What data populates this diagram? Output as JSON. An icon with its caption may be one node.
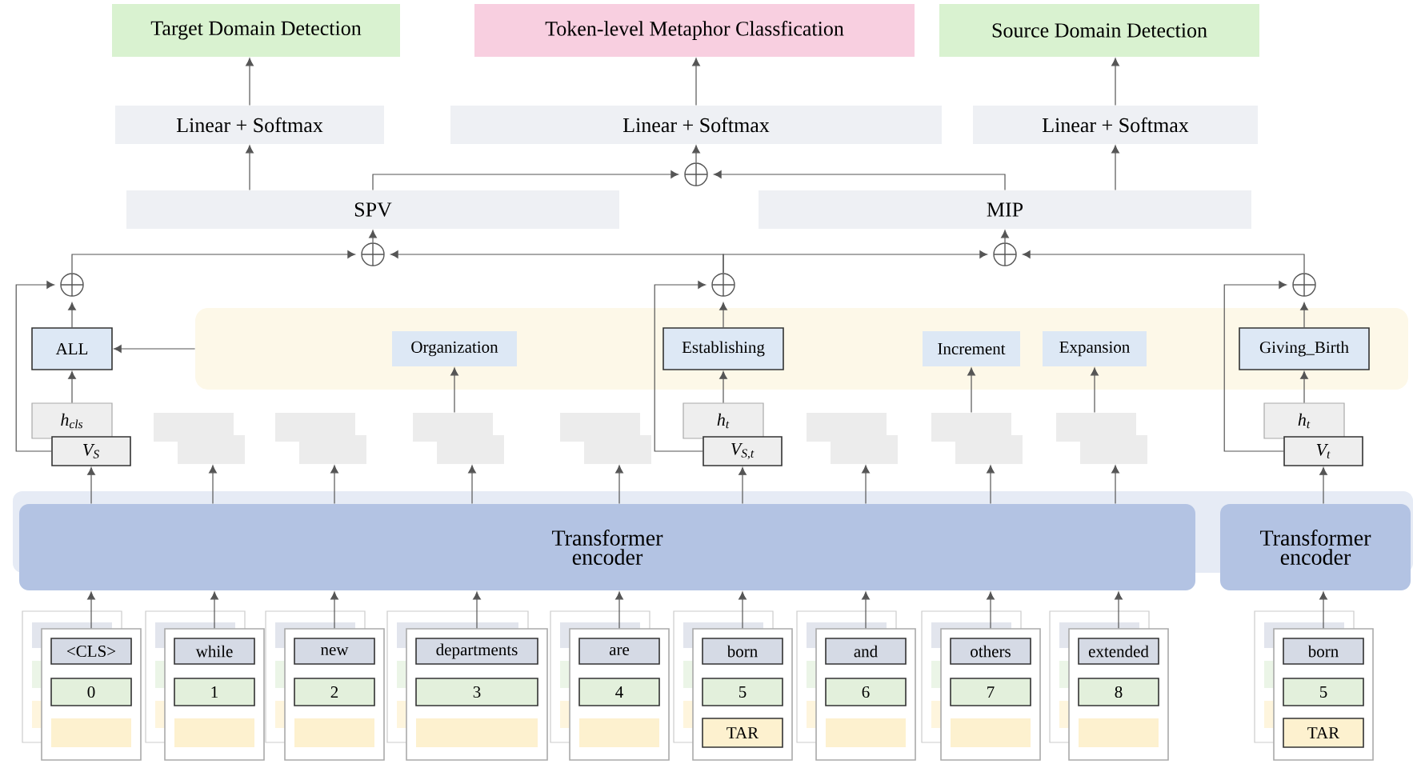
{
  "diagram": {
    "nodes": [
      {
        "text": [
          "Target Domain Detection"
        ]
      },
      {
        "text": [
          "Token-level Metaphor Classfication"
        ]
      },
      {
        "text": [
          "Source Domain Detection"
        ]
      },
      {
        "text": [
          "Linear + Softmax"
        ]
      },
      {
        "text": [
          "Linear + Softmax"
        ]
      },
      {
        "text": [
          "Linear + Softmax"
        ]
      },
      {
        "text": [],
        "shape": "circle"
      },
      {
        "text": [
          "SPV"
        ]
      },
      {
        "text": [
          "MIP"
        ]
      },
      {
        "text": [],
        "shape": "circle"
      },
      {
        "text": [],
        "shape": "circle"
      },
      {
        "text": [],
        "shape": "circle"
      },
      {
        "text": [],
        "shape": "circle"
      },
      {
        "text": [],
        "shape": "circle"
      },
      {
        "text": [],
        "shape": "box"
      },
      {
        "text": [
          "ALL"
        ]
      },
      {
        "text": [
          "Organization"
        ],
        "in": 14
      },
      {
        "text": [
          "Establishing"
        ],
        "in": 14
      },
      {
        "text": [
          "Increment"
        ],
        "in": 14
      },
      {
        "text": [
          "Expansion"
        ],
        "in": 14
      },
      {
        "text": [
          "Giving_Birth"
        ],
        "in": 14
      },
      {
        "text": [
          "h$_{cls}$"
        ]
      },
      {
        "text": [
          "V$_{S}$"
        ]
      },
      {
        "text": [],
        "shape": "box"
      },
      {
        "text": [],
        "shape": "box"
      },
      {
        "text": [],
        "shape": "box"
      },
      {
        "text": [],
        "shape": "box"
      },
      {
        "text": [
          "h$_{t}$"
        ]
      },
      {
        "text": [
          "V$_{S,t}$"
        ]
      },
      {
        "text": [],
        "shape": "box"
      },
      {
        "text": [],
        "shape": "box"
      },
      {
        "text": [],
        "shape": "box"
      },
      {
        "text": [
          "h$_{t}$"
        ]
      },
      {
        "text": [
          "V$_{t}$"
        ]
      },
      {
        "text": [
          "Transformer encoder"
        ]
      },
      {
        "text": [
          "Transformer encoder"
        ]
      },
      {
        "text": [],
        "shape": "box"
      },
      {
        "text": [
          "<CLS>"
        ],
        "in": 36
      },
      {
        "text": [
          "0"
        ],
        "in": 36
      },
      {
        "text": [],
        "shape": "box",
        "in": 36
      },
      {
        "text": [],
        "shape": "box"
      },
      {
        "text": [
          "while"
        ],
        "in": 40
      },
      {
        "text": [
          "1"
        ],
        "in": 40
      },
      {
        "text": [],
        "shape": "box",
        "in": 40
      },
      {
        "text": [],
        "shape": "box"
      },
      {
        "text": [
          "new"
        ],
        "in": 44
      },
      {
        "text": [
          "2"
        ],
        "in": 44
      },
      {
        "text": [],
        "shape": "box",
        "in": 44
      },
      {
        "text": [],
        "shape": "box"
      },
      {
        "text": [
          "departments"
        ],
        "in": 48
      },
      {
        "text": [
          "3"
        ],
        "in": 48
      },
      {
        "text": [],
        "shape": "box",
        "in": 48
      },
      {
        "text": [],
        "shape": "box"
      },
      {
        "text": [
          "are"
        ],
        "in": 52
      },
      {
        "text": [
          "4"
        ],
        "in": 52
      },
      {
        "text": [],
        "shape": "box",
        "in": 52
      },
      {
        "text": [],
        "shape": "box"
      },
      {
        "text": [
          "born"
        ],
        "in": 56
      },
      {
        "text": [
          "5"
        ],
        "in": 56
      },
      {
        "text": [
          "TAR"
        ],
        "in": 56
      },
      {
        "text": [],
        "shape": "box"
      },
      {
        "text": [
          "and"
        ],
        "in": 60
      },
      {
        "text": [
          "6"
        ],
        "in": 60
      },
      {
        "text": [],
        "shape": "box",
        "in": 60
      },
      {
        "text": [],
        "shape": "box"
      },
      {
        "text": [
          "others"
        ],
        "in": 64
      },
      {
        "text": [
          "7"
        ],
        "in": 64
      },
      {
        "text": [],
        "shape": "box",
        "in": 64
      },
      {
        "text": [],
        "shape": "box"
      },
      {
        "text": [
          "extended"
        ],
        "in": 68
      },
      {
        "text": [
          "8"
        ],
        "in": 68
      },
      {
        "text": [],
        "shape": "box",
        "in": 68
      },
      {
        "text": [],
        "shape": "box"
      },
      {
        "text": [
          "born"
        ],
        "in": 72
      },
      {
        "text": [
          "5"
        ],
        "in": 72
      },
      {
        "text": [
          "TAR"
        ],
        "in": 72
      }
    ],
    "edges": [
      {
        "from": 3,
        "to": 0,
        "arrow": "to"
      },
      {
        "from": 4,
        "to": 1,
        "arrow": "to"
      },
      {
        "from": 5,
        "to": 2,
        "arrow": "to"
      },
      {
        "from": 6,
        "to": 4,
        "arrow": "to"
      },
      {
        "from": 7,
        "to": 3,
        "arrow": "to"
      },
      {
        "from": 8,
        "to": 5,
        "arrow": "to"
      },
      {
        "from": 7,
        "to": 6,
        "arrow": "to"
      },
      {
        "from": 8,
        "to": 6,
        "arrow": "to"
      },
      {
        "from": 9,
        "to": 7,
        "arrow": "to"
      },
      {
        "from": 10,
        "to": 8,
        "arrow": "to"
      },
      {
        "from": 11,
        "to": 9,
        "arrow": "to"
      },
      {
        "from": 12,
        "to": 9,
        "arrow": "to"
      },
      {
        "from": 12,
        "to": 10,
        "arrow": "to"
      },
      {
        "from": 13,
        "to": 10,
        "arrow": "to"
      },
      {
        "from": 15,
        "to": 11,
        "arrow": "to"
      },
      {
        "from": 17,
        "to": 12,
        "arrow": "to"
      },
      {
        "from": 20,
        "to": 13,
        "arrow": "to"
      },
      {
        "from": 22,
        "to": 11,
        "arrow": "to"
      },
      {
        "from": 28,
        "to": 12,
        "arrow": "to"
      },
      {
        "from": 33,
        "to": 13,
        "arrow": "to"
      },
      {
        "from": 14,
        "to": 15,
        "arrow": "to"
      },
      {
        "from": 21,
        "to": 15,
        "arrow": "to"
      },
      {
        "from": 25,
        "to": 16,
        "arrow": "to"
      },
      {
        "from": 27,
        "to": 17,
        "arrow": "to"
      },
      {
        "from": 30,
        "to": 18,
        "arrow": "to"
      },
      {
        "from": 31,
        "to": 19,
        "arrow": "to"
      },
      {
        "from": 32,
        "to": 20,
        "arrow": "to"
      },
      {
        "from": 34,
        "to": 22,
        "arrow": "to"
      },
      {
        "from": 34,
        "to": 23,
        "arrow": "to"
      },
      {
        "from": 34,
        "to": 24,
        "arrow": "to"
      },
      {
        "from": 34,
        "to": 25,
        "arrow": "to"
      },
      {
        "from": 34,
        "to": 26,
        "arrow": "to"
      },
      {
        "from": 34,
        "to": 28,
        "arrow": "to"
      },
      {
        "from": 34,
        "to": 29,
        "arrow": "to"
      },
      {
        "from": 34,
        "to": 30,
        "arrow": "to"
      },
      {
        "from": 34,
        "to": 31,
        "arrow": "to"
      },
      {
        "from": 35,
        "to": 33,
        "arrow": "to"
      },
      {
        "from": 36,
        "to": 34,
        "arrow": "to"
      },
      {
        "from": 40,
        "to": 34,
        "arrow": "to"
      },
      {
        "from": 44,
        "to": 34,
        "arrow": "to"
      },
      {
        "from": 48,
        "to": 34,
        "arrow": "to"
      },
      {
        "from": 52,
        "to": 34,
        "arrow": "to"
      },
      {
        "from": 56,
        "to": 34,
        "arrow": "to"
      },
      {
        "from": 60,
        "to": 34,
        "arrow": "to"
      },
      {
        "from": 64,
        "to": 34,
        "arrow": "to"
      },
      {
        "from": 68,
        "to": 34,
        "arrow": "to"
      },
      {
        "from": 72,
        "to": 35,
        "arrow": "to"
      }
    ]
  }
}
